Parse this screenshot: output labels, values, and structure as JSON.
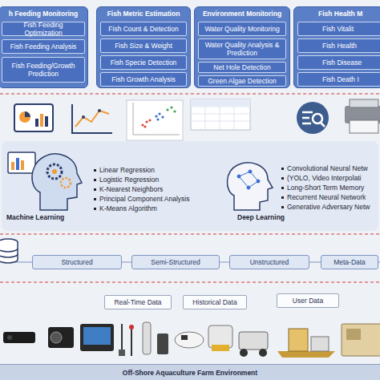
{
  "diagram": {
    "nodes": [
      {
        "text": [
          "h Feeding Monitoring"
        ]
      },
      {
        "text": [
          "Fish Feeding Optimization"
        ],
        "in": 0
      },
      {
        "text": [
          "Fish Feeding Analysis"
        ],
        "in": 0
      },
      {
        "text": [
          "Fish Feeding/Growth Prediction"
        ],
        "in": 0
      },
      {
        "text": [
          "Fish Metric Estimation"
        ]
      },
      {
        "text": [
          "Fish Count & Detection"
        ],
        "in": 4
      },
      {
        "text": [
          "Fish Size & Weight"
        ],
        "in": 4
      },
      {
        "text": [
          "Fish Specie Detection"
        ],
        "in": 4
      },
      {
        "text": [
          "Fish Growth Analysis"
        ],
        "in": 4
      },
      {
        "text": [
          "Environment Monitoring"
        ]
      },
      {
        "text": [
          "Water Quality Monitoring"
        ],
        "in": 9
      },
      {
        "text": [
          "Water Quality Analysis & Prediction"
        ],
        "in": 9
      },
      {
        "text": [
          "Net Hole Detection"
        ],
        "in": 9
      },
      {
        "text": [
          "Green Algae Detection"
        ],
        "in": 9
      },
      {
        "text": [
          "Fish Health M"
        ]
      },
      {
        "text": [
          "Fish Vitalit"
        ],
        "in": 14
      },
      {
        "text": [
          "Fish Health"
        ],
        "in": 14
      },
      {
        "text": [
          "Fish Disease"
        ],
        "in": 14
      },
      {
        "text": [
          "Fish Death I"
        ],
        "in": 14
      },
      {
        "text": [
          "Structured"
        ]
      },
      {
        "text": [
          "Semi-Structured"
        ]
      },
      {
        "text": [
          "Unstructured"
        ]
      },
      {
        "text": [
          "Meta-Data"
        ]
      },
      {
        "text": [
          "Real-Time Data"
        ]
      },
      {
        "text": [
          "Historical Data"
        ]
      },
      {
        "text": [
          "User Data"
        ]
      },
      {
        "text": [
          "Off-Shore Aquaculture Farm Environment"
        ]
      }
    ],
    "labels": [
      "Machine Learning",
      "Linear Regression",
      "Logistic Regression",
      "K-Nearest Neighbors",
      "Principal Component Analysis",
      "K-Means Algorithm",
      "Deep Learning",
      "Convolutional Neural Netw",
      "(YOLO, Video Interpolati",
      "Long-Short Term Memory",
      "Recurrent Neural Network",
      "Generative Adversary Netw"
    ]
  }
}
